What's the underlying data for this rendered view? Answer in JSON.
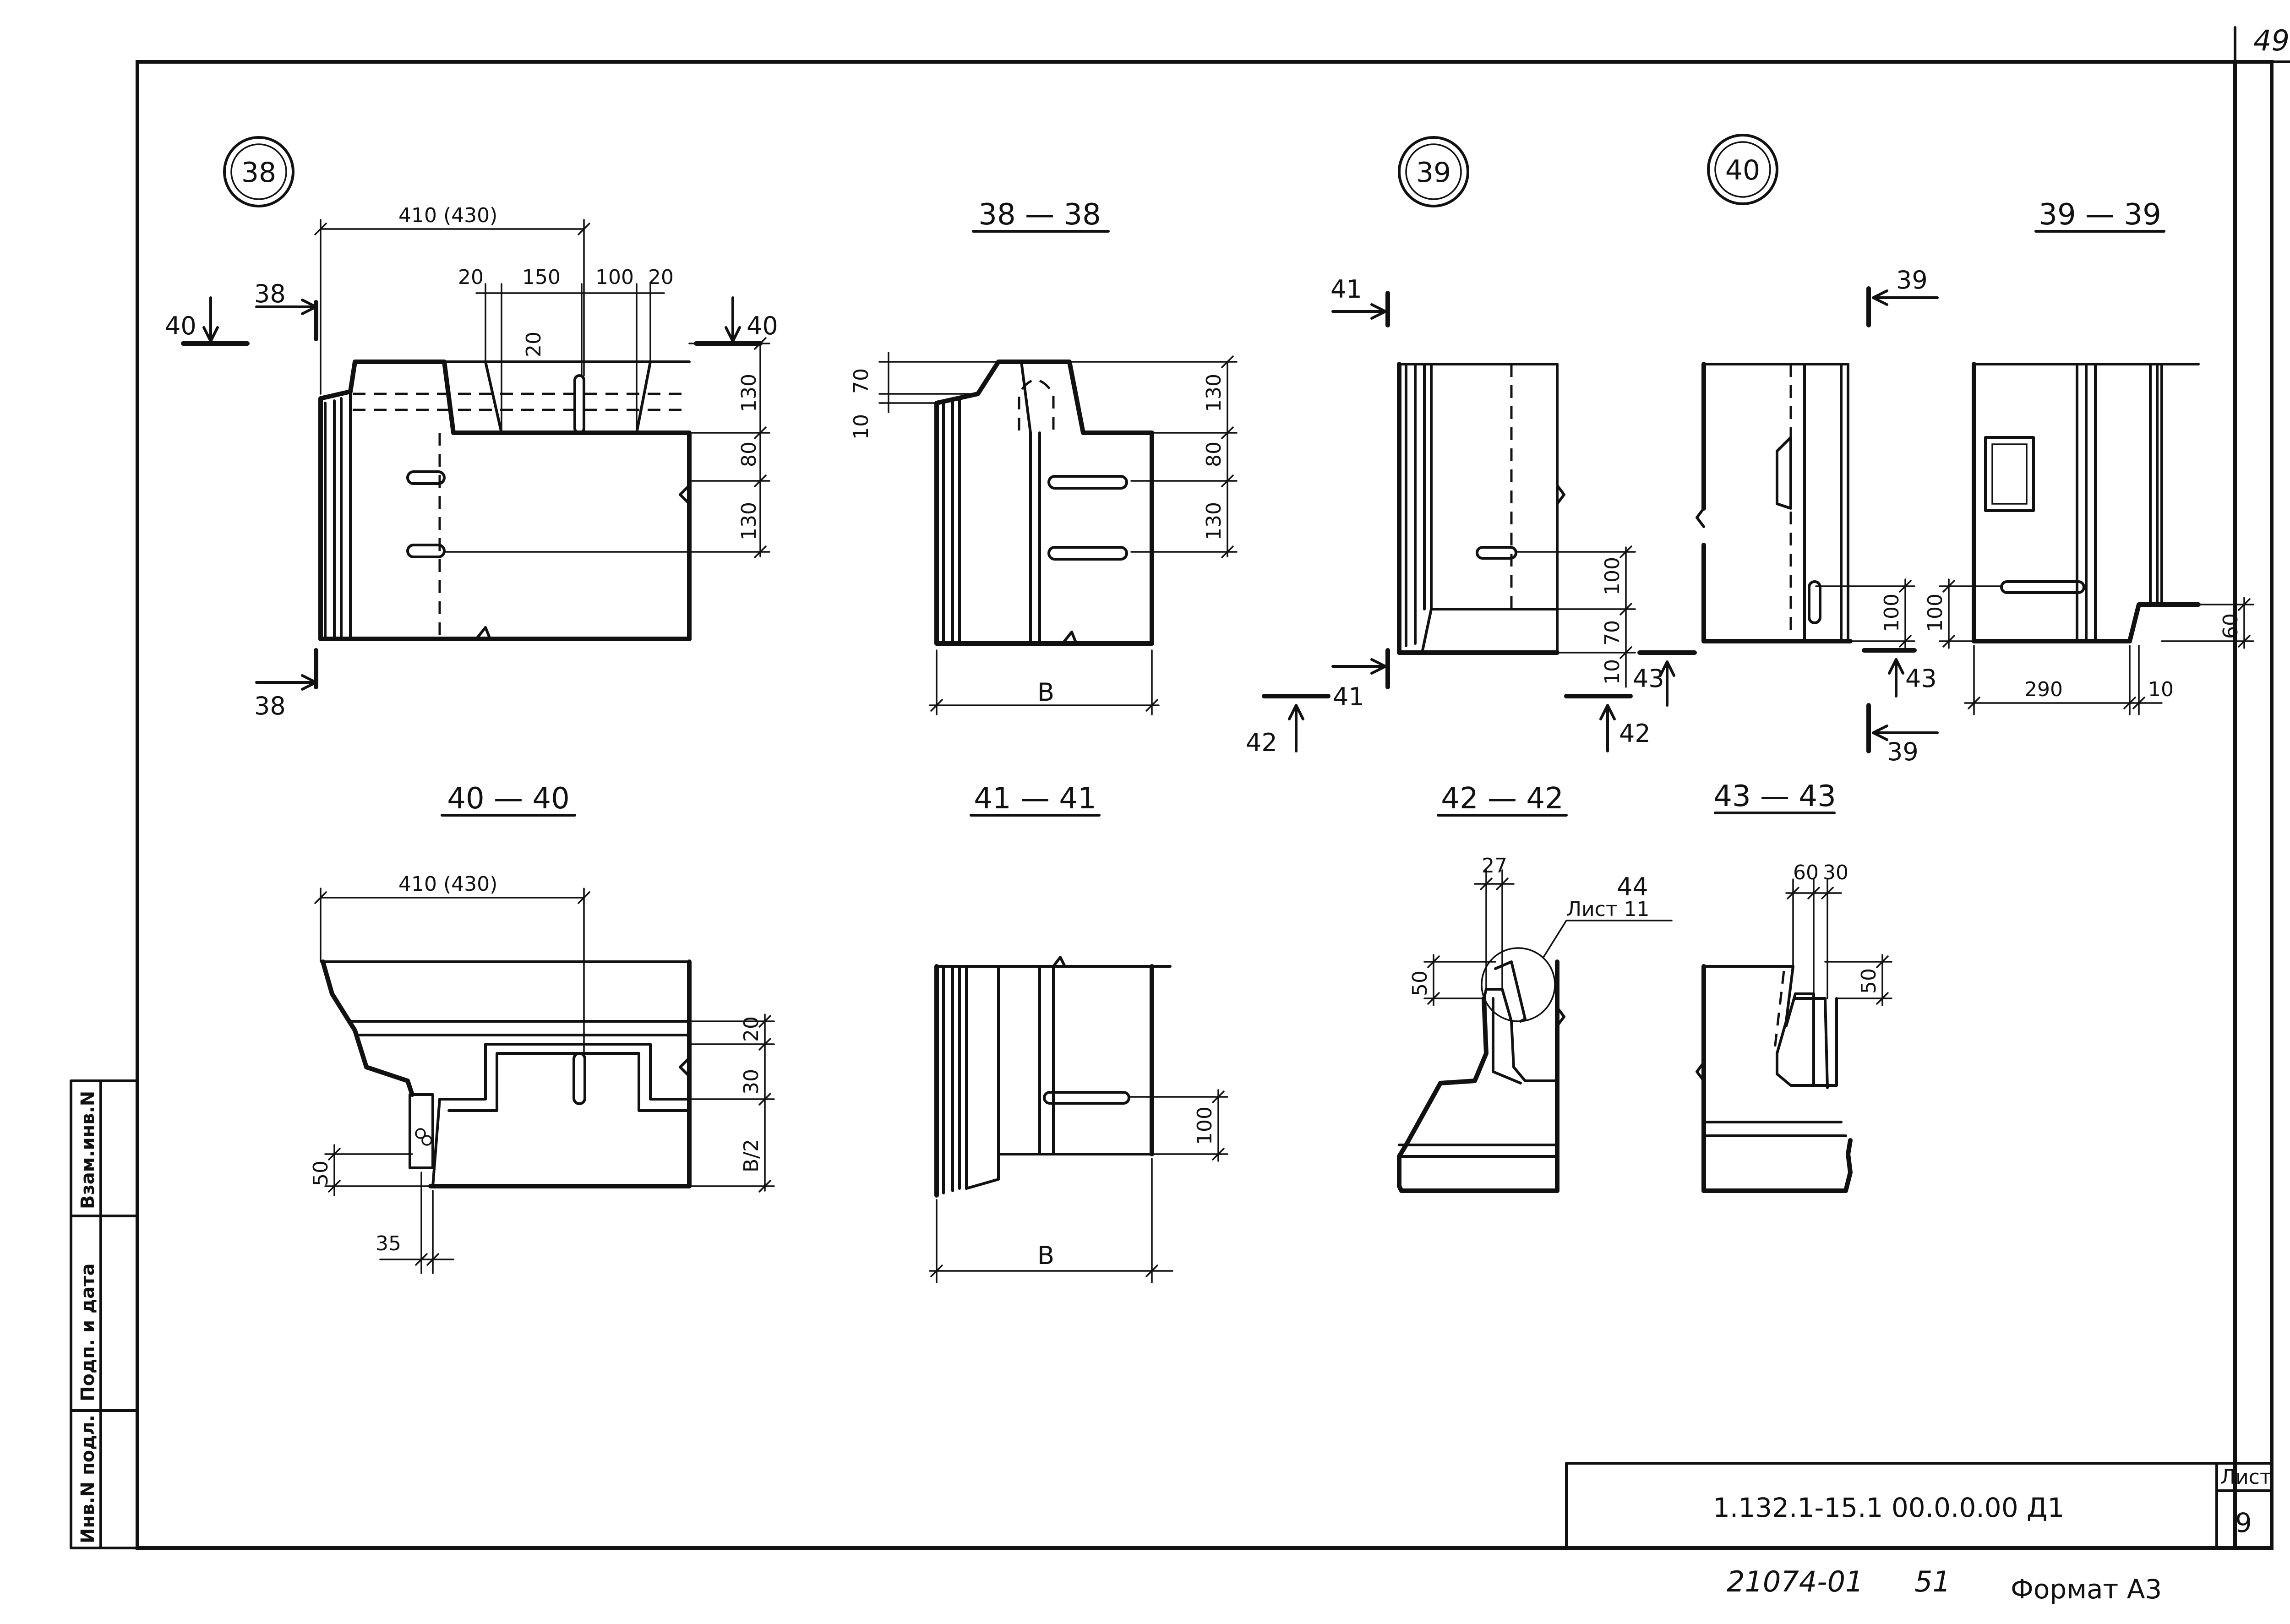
{
  "page_number": "49",
  "callouts": {
    "c38": "38",
    "c39": "39",
    "c40": "40"
  },
  "sections": {
    "s38": "38 — 38",
    "s39": "39 — 39",
    "s40": "40 — 40",
    "s41": "41 — 41",
    "s42": "42 — 42",
    "s43": "43 — 43"
  },
  "cut_marks": {
    "m38": "38",
    "m39": "39",
    "m40": "40",
    "m41": "41",
    "m42": "42",
    "m43": "43"
  },
  "dims": {
    "d410_430": "410 (430)",
    "d20": "20",
    "d150": "150",
    "d100": "100",
    "d130": "130",
    "d80": "80",
    "d10": "10",
    "d70": "70",
    "d60": "60",
    "d30": "30",
    "d290": "290",
    "d50": "50",
    "d35": "35",
    "d27": "27",
    "dB": "B",
    "dB2": "B/2"
  },
  "detail_ref": {
    "number": "44",
    "sheet": "Лист 11"
  },
  "side_stamp": {
    "inv_podl": "Инв.N подл.",
    "podp_data": "Подп. и дата",
    "vzam_inv": "Взам.инв.N"
  },
  "title_block": {
    "designation": "1.132.1-15.1     00.0.0.00 Д1",
    "sheet_label": "Лист",
    "sheet_number": "9"
  },
  "footer": {
    "order_number": "21074-01",
    "page_code": "51",
    "format": "Формат А3"
  }
}
